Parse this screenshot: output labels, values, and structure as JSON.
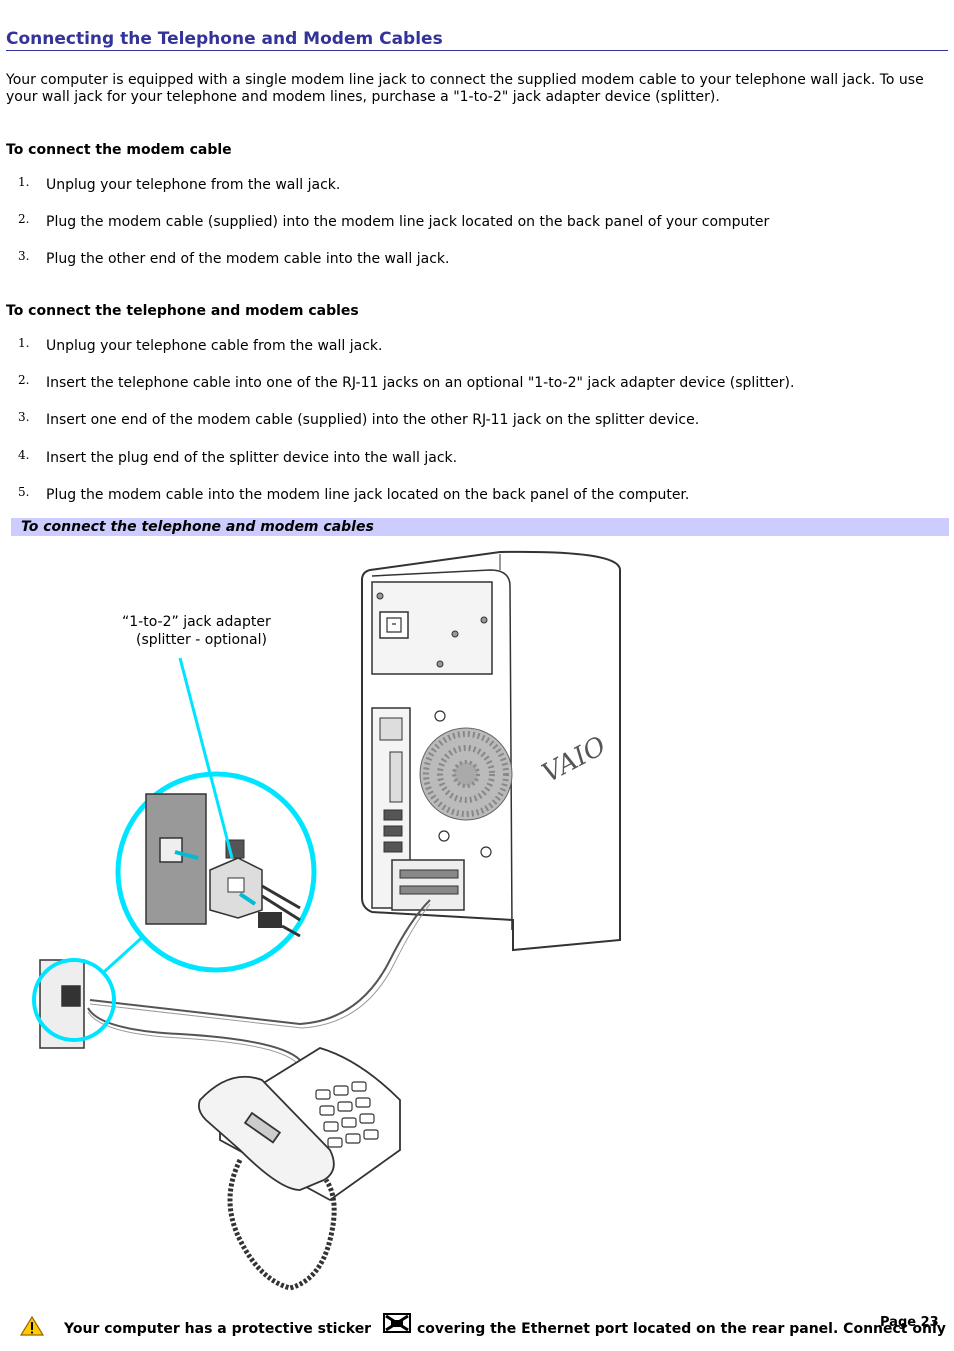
{
  "title": "Connecting the Telephone and Modem Cables",
  "intro": "Your computer is equipped with a single modem line jack to connect the supplied modem cable to your telephone wall jack. To use your wall jack for your telephone and modem lines, purchase a \"1-to-2\" jack adapter device (splitter).",
  "section1": {
    "heading": "To connect the modem cable",
    "steps": [
      {
        "num": "1.",
        "text": "Unplug your telephone from the wall jack."
      },
      {
        "num": "2.",
        "text": "Plug the modem cable (supplied) into the modem line jack located on the back panel of your computer"
      },
      {
        "num": "3.",
        "text": "Plug the other end of the modem cable into the wall jack."
      }
    ]
  },
  "section2": {
    "heading": "To connect the telephone and modem cables",
    "steps": [
      {
        "num": "1.",
        "text": "Unplug your telephone cable from the wall jack."
      },
      {
        "num": "2.",
        "text": "Insert the telephone cable into one of the RJ-11 jacks on an optional \"1-to-2\" jack adapter device (splitter)."
      },
      {
        "num": "3.",
        "text": "Insert one end of the modem cable (supplied) into the other RJ-11 jack on the splitter device."
      },
      {
        "num": "4.",
        "text": "Insert the plug end of the splitter device into the wall jack."
      },
      {
        "num": "5.",
        "text": "Plug the modem cable into the modem line jack located on the back panel of the computer."
      }
    ]
  },
  "figure": {
    "caption": "To connect the telephone and modem cables",
    "callout_line1": "“1-to-2” jack adapter",
    "callout_line2": "(splitter - optional)",
    "brand": "VAIO"
  },
  "note": {
    "text_before": "Your computer has a protective sticker",
    "text_after": "covering the Ethernet port located on the rear panel. Connect only"
  },
  "page_number": "Page 23",
  "colors": {
    "title": "#333399",
    "caption_bg": "#ccccff",
    "highlight": "#00e5ff"
  }
}
